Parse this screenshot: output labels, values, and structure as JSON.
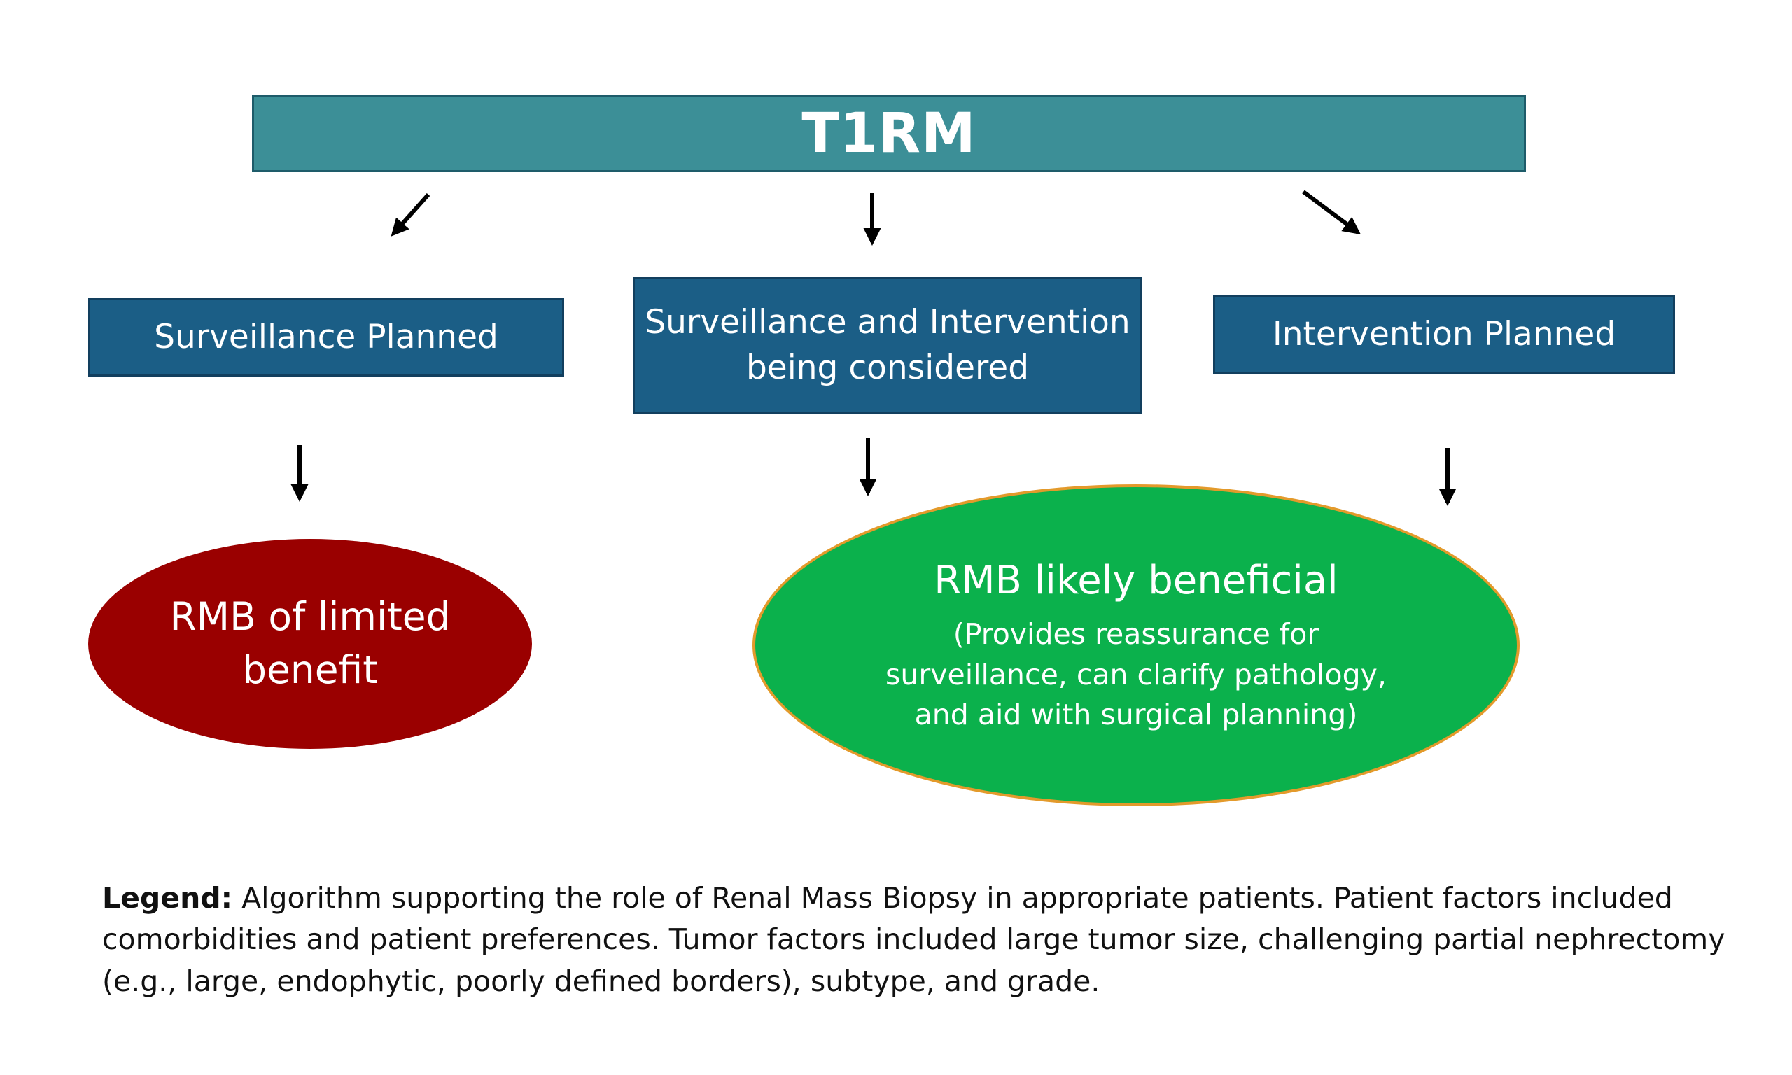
{
  "root": {
    "label": "T1RM"
  },
  "branches": {
    "left": "Surveillance Planned",
    "middle_line1": "Surveillance and Intervention",
    "middle_line2": "being considered",
    "right": "Intervention Planned"
  },
  "outcomes": {
    "limited_line1": "RMB of limited",
    "limited_line2": "benefit",
    "beneficial_title": "RMB likely beneficial",
    "beneficial_sub_line1": "(Provides reassurance for",
    "beneficial_sub_line2": "surveillance, can clarify pathology,",
    "beneficial_sub_line3": "and aid with surgical planning)"
  },
  "legend": {
    "label": "Legend:",
    "text": "Algorithm supporting the role of Renal Mass Biopsy in appropriate patients. Patient factors included comorbidities and patient preferences. Tumor factors included large tumor size, challenging partial nephrectomy (e.g., large, endophytic, poorly defined borders), subtype, and grade."
  },
  "colors": {
    "root_fill": "#3c8f97",
    "branch_fill": "#1b5e86",
    "limited_fill": "#9a0000",
    "beneficial_fill": "#0bb14c",
    "beneficial_outline": "#e39a2b"
  }
}
